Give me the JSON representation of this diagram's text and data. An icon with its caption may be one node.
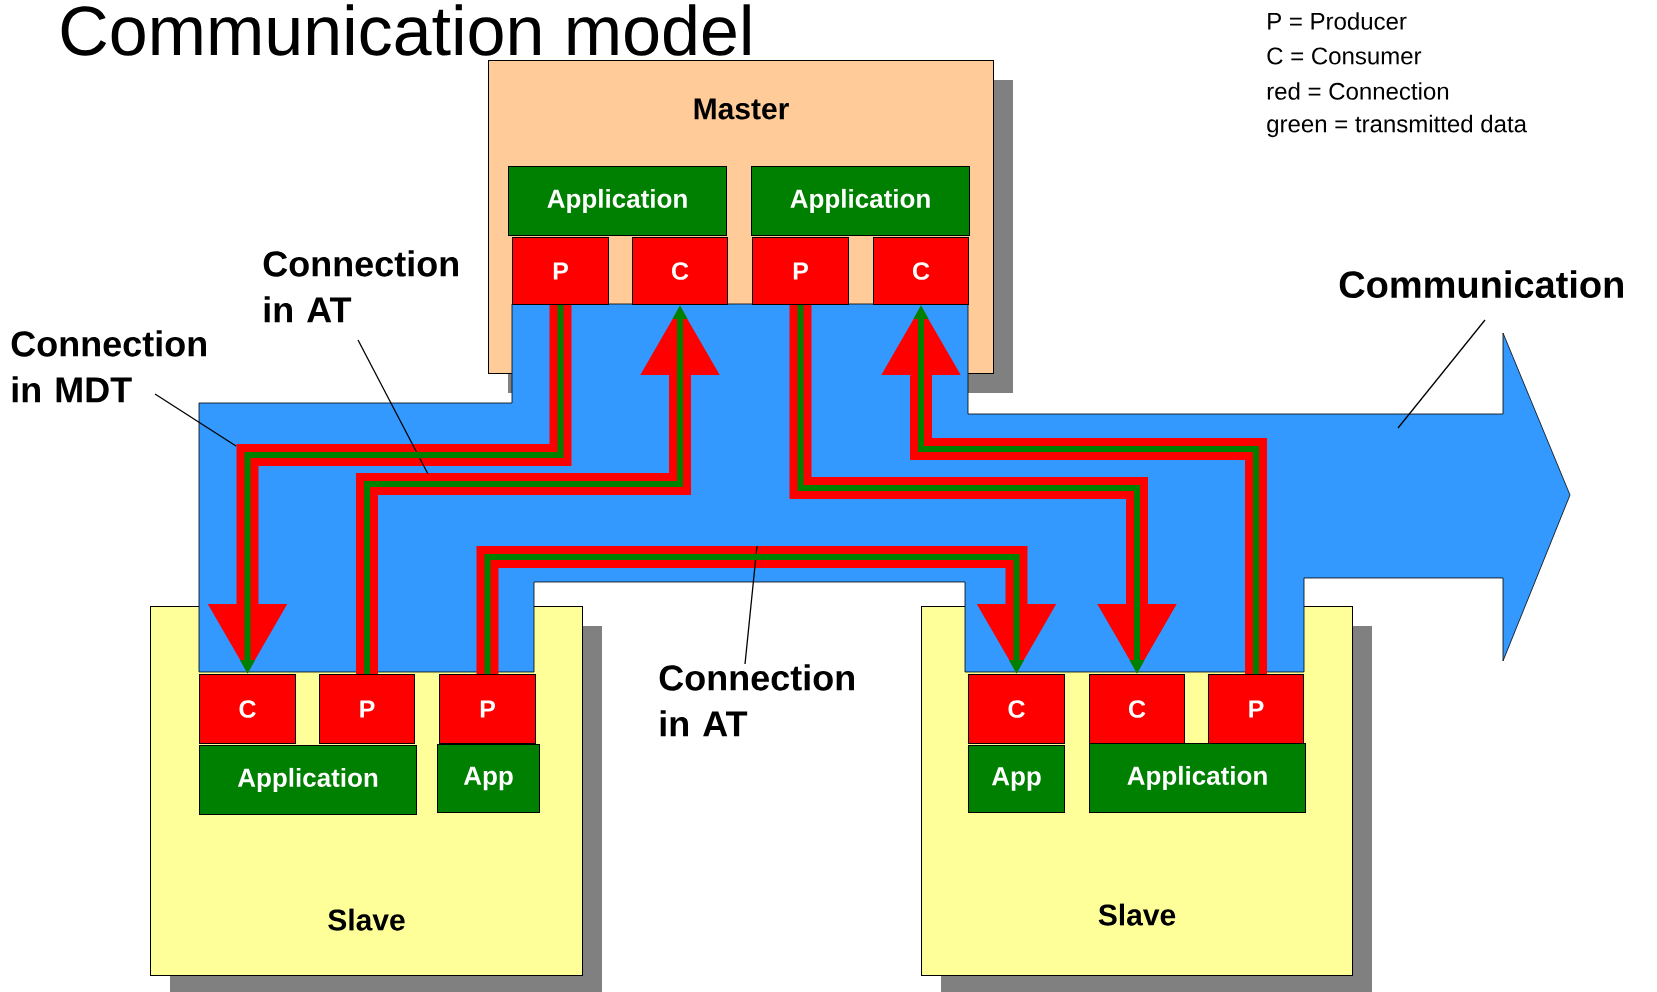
{
  "diagram": {
    "title": "Communication model",
    "nodes": [
      {
        "text": [
          "Master"
        ]
      },
      {
        "text": [
          "Application"
        ],
        "in": 0
      },
      {
        "text": [
          "Application"
        ],
        "in": 0
      },
      {
        "text": [
          "P"
        ],
        "in": 0
      },
      {
        "text": [
          "C"
        ],
        "in": 0
      },
      {
        "text": [
          "P"
        ],
        "in": 0
      },
      {
        "text": [
          "C"
        ],
        "in": 0
      },
      {
        "text": [
          "Slave"
        ]
      },
      {
        "text": [
          "C"
        ],
        "in": 7
      },
      {
        "text": [
          "P"
        ],
        "in": 7
      },
      {
        "text": [
          "P"
        ],
        "in": 7
      },
      {
        "text": [
          "Application"
        ],
        "in": 7
      },
      {
        "text": [
          "App"
        ],
        "in": 7
      },
      {
        "text": [
          "Slave"
        ]
      },
      {
        "text": [
          "C"
        ],
        "in": 13
      },
      {
        "text": [
          "C"
        ],
        "in": 13
      },
      {
        "text": [
          "P"
        ],
        "in": 13
      },
      {
        "text": [
          "App"
        ],
        "in": 13
      },
      {
        "text": [
          "Application"
        ],
        "in": 13
      },
      {
        "text": [
          "Connection in MDT"
        ]
      },
      {
        "text": [
          "Connection in AT"
        ]
      },
      {
        "text": [
          "Connection in AT"
        ]
      },
      {
        "text": [
          "Communication"
        ]
      }
    ],
    "edges": [
      {
        "from": 3,
        "to": 8,
        "arrow": "to"
      },
      {
        "from": 9,
        "to": 4,
        "arrow": "to"
      },
      {
        "from": 10,
        "to": 14,
        "arrow": "to"
      },
      {
        "from": 5,
        "to": 15,
        "arrow": "to"
      },
      {
        "from": 16,
        "to": 6,
        "arrow": "to"
      },
      {
        "from": 19,
        "to": null,
        "arrow": "none",
        "color": "#000000"
      },
      {
        "from": 20,
        "to": null,
        "arrow": "none",
        "color": "#000000"
      },
      {
        "from": 21,
        "to": null,
        "arrow": "none",
        "color": "#000000"
      },
      {
        "from": 22,
        "to": null,
        "arrow": "none",
        "color": "#000000"
      }
    ],
    "labels": [
      "P = Producer",
      "C = Consumer",
      "red = Connection",
      "green = transmitted data"
    ]
  }
}
